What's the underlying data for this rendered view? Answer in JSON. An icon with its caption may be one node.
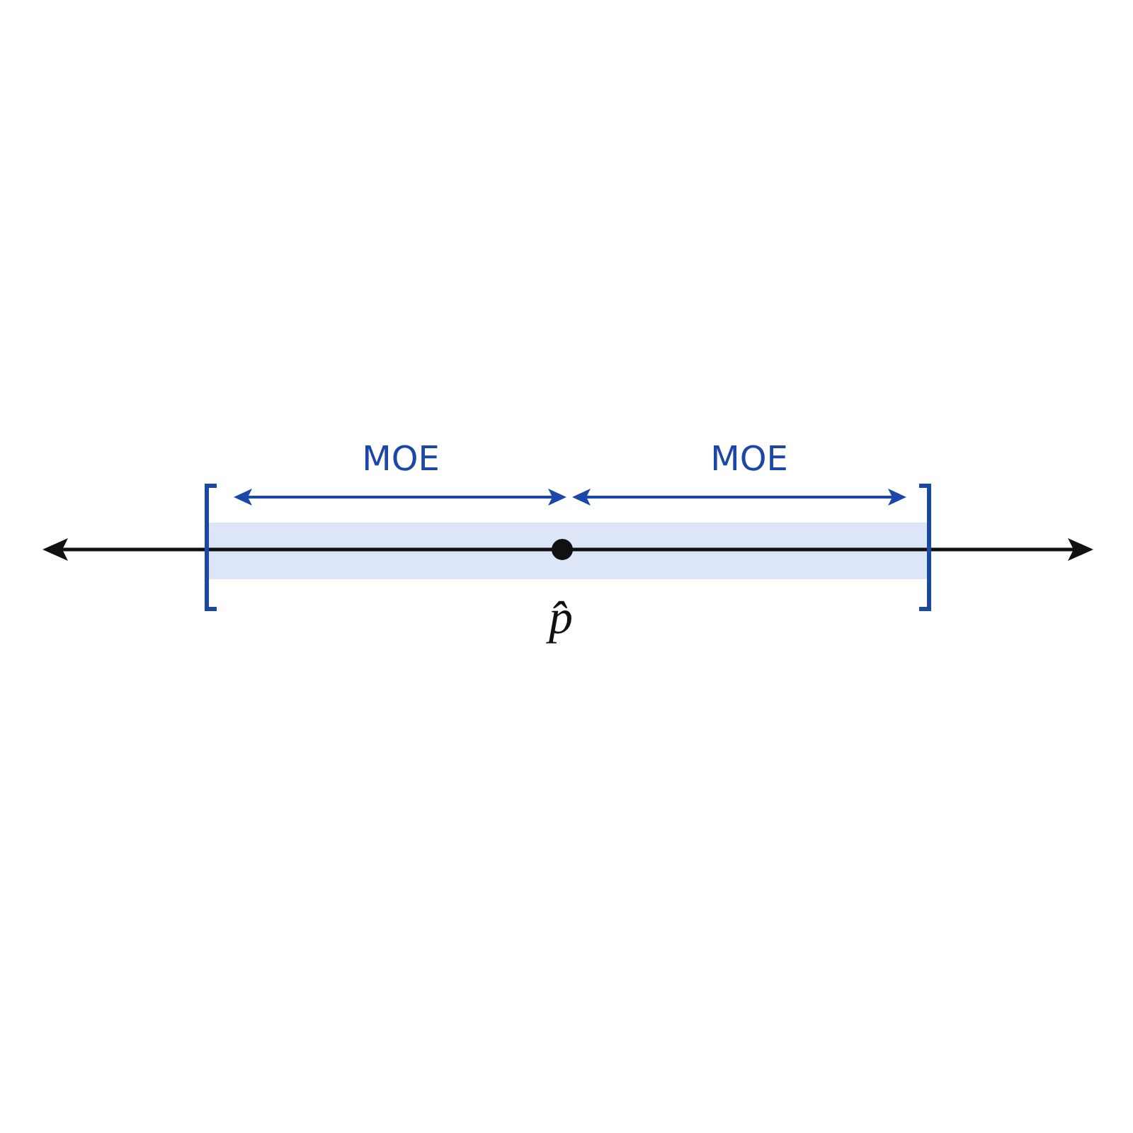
{
  "diagram": {
    "labels": [
      "MOE",
      "MOE",
      "p̂"
    ]
  }
}
